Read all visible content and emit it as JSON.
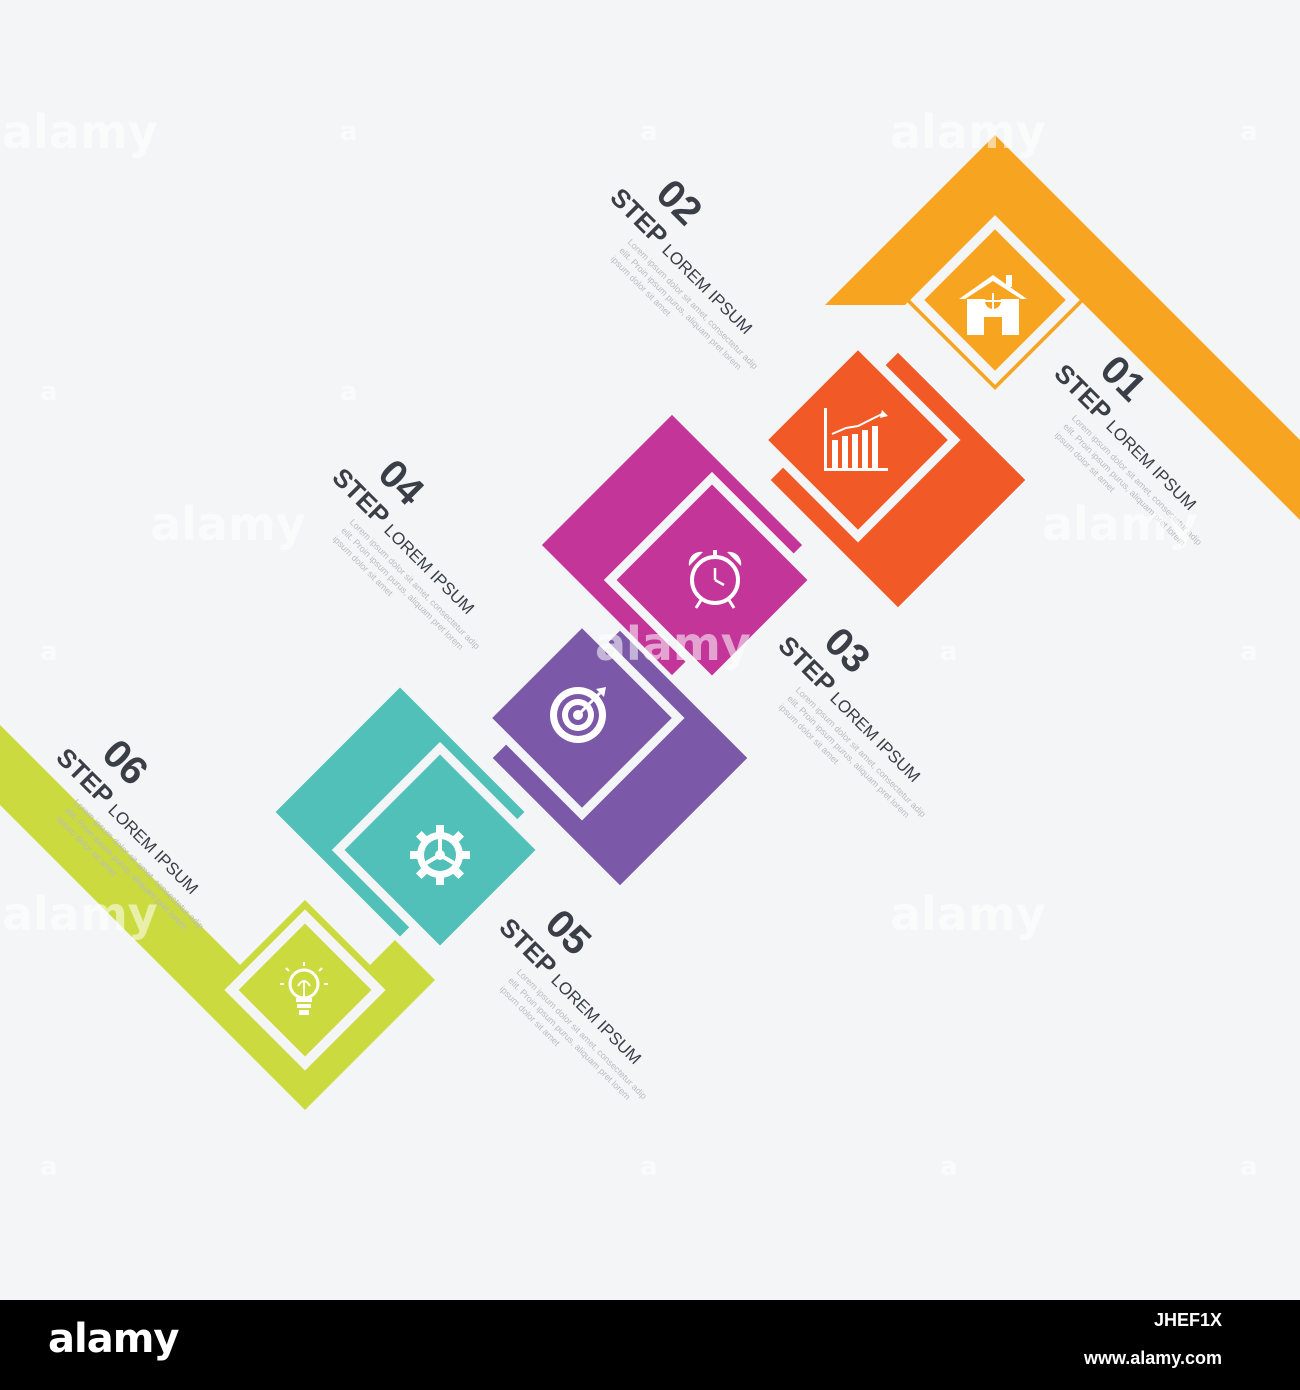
{
  "watermark": {
    "text": "alamy",
    "short": "a"
  },
  "footer": {
    "logo": "alamy",
    "image_code": "JHEF1X",
    "site": "www.alamy.com"
  },
  "colors": {
    "background": "#f4f5f7",
    "step1": "#f7a520",
    "step2": "#f15a27",
    "step3": "#c4359a",
    "step4": "#7b59a8",
    "step5": "#50c0b8",
    "step6": "#cbdb3f",
    "text_dark": "#3a3f47",
    "text_light": "#b9bcc2"
  },
  "steps": [
    {
      "number": "01",
      "word": "STEP",
      "title": "LOREM IPSUM",
      "icon": "house-icon",
      "body": [
        "Lorem ipsum dolor sit amet, consectetur adip",
        "elit. Proin ipsum purus, aliquam pret lorem",
        "ipsum dolor sit amet"
      ]
    },
    {
      "number": "02",
      "word": "STEP",
      "title": "LOREM IPSUM",
      "icon": "bar-chart-icon",
      "body": [
        "Lorem ipsum dolor sit amet, consectetur adip",
        "elit. Proin ipsum purus, aliquam pret lorem",
        "ipsum dolor sit amet"
      ]
    },
    {
      "number": "03",
      "word": "STEP",
      "title": "LOREM IPSUM",
      "icon": "alarm-clock-icon",
      "body": [
        "Lorem ipsum dolor sit amet, consectetur adip",
        "elit. Proin ipsum purus, aliquam pret lorem",
        "ipsum dolor sit amet"
      ]
    },
    {
      "number": "04",
      "word": "STEP",
      "title": "LOREM IPSUM",
      "icon": "target-icon",
      "body": [
        "Lorem ipsum dolor sit amet, consectetur adip",
        "elit. Proin ipsum purus, aliquam pret lorem",
        "ipsum dolor sit amet"
      ]
    },
    {
      "number": "05",
      "word": "STEP",
      "title": "LOREM IPSUM",
      "icon": "gear-icon",
      "body": [
        "Lorem ipsum dolor sit amet, consectetur adip",
        "elit. Proin ipsum purus, aliquam pret lorem",
        "ipsum dolor sit amet"
      ]
    },
    {
      "number": "06",
      "word": "STEP",
      "title": "LOREM IPSUM",
      "icon": "lightbulb-icon",
      "body": [
        "Lorem ipsum dolor sit amet, consectetur adip",
        "elit. Proin ipsum purus, aliquam pret lorem",
        "ipsum dolor sit amet"
      ]
    }
  ]
}
